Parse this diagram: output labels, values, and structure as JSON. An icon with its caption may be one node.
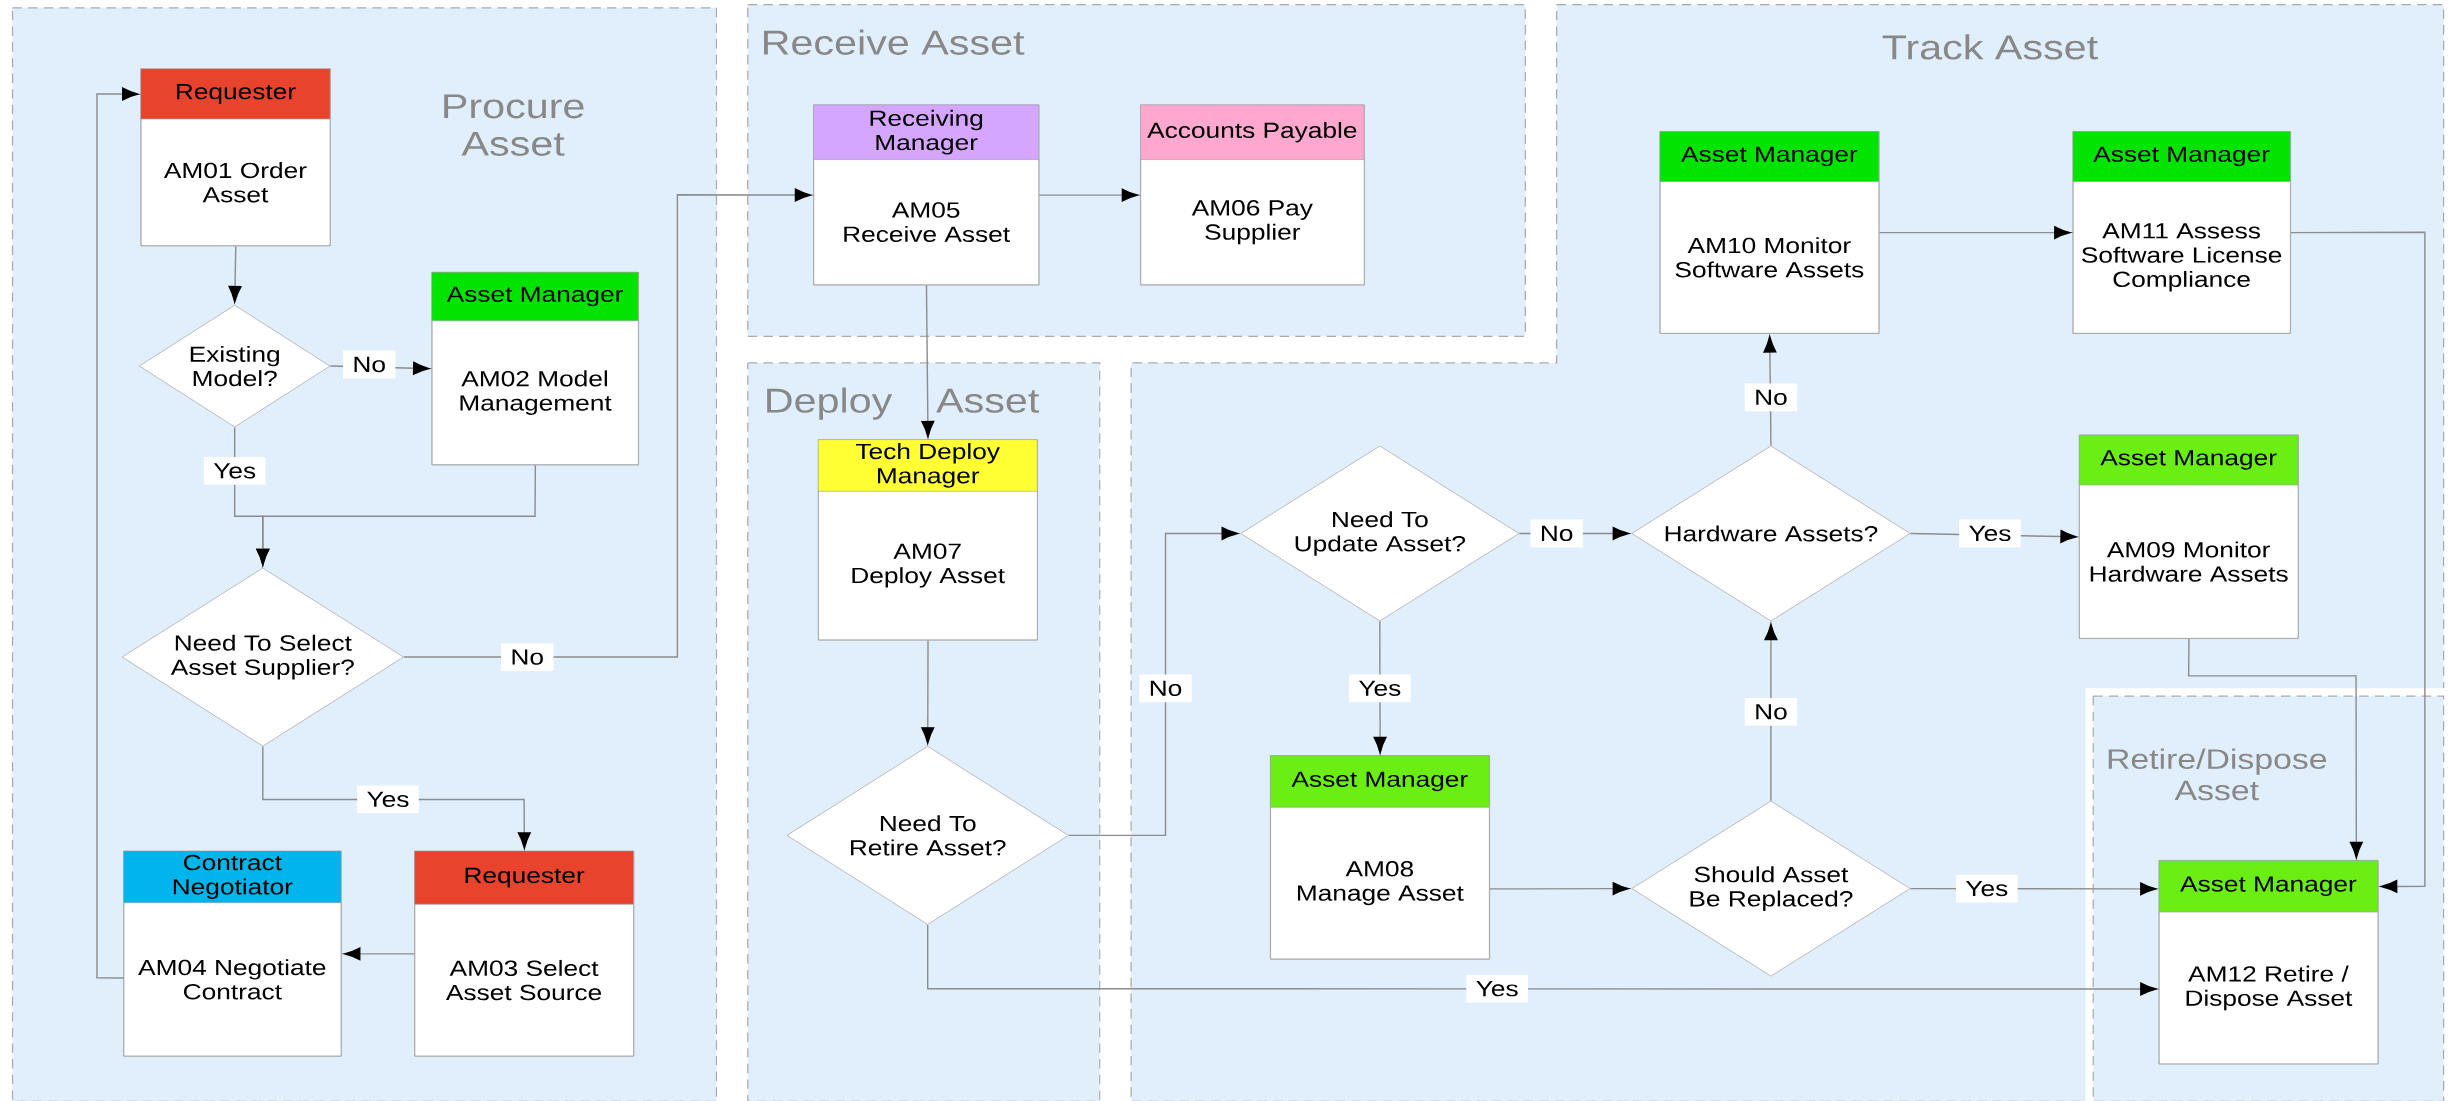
{
  "diagram": {
    "nodes": [
      {
        "text": [
          "Procure Asset"
        ]
      },
      {
        "text": [
          "Receive Asset"
        ]
      },
      {
        "text": [
          "Deploy Asset"
        ]
      },
      {
        "text": [
          "Track Asset"
        ]
      },
      {
        "text": [
          "Retire/Dispose Asset"
        ],
        "in": 3
      },
      {
        "text": [
          "Requester",
          "AM01 Order Asset"
        ],
        "in": 0
      },
      {
        "text": [
          "Existing Model?"
        ],
        "in": 0
      },
      {
        "text": [
          "Asset Manager",
          "AM02 Model Management"
        ],
        "in": 0
      },
      {
        "text": [
          "Need To Select Asset Supplier?"
        ],
        "in": 0
      },
      {
        "text": [
          "Contract Negotiator",
          "AM04 Negotiate Contract"
        ],
        "in": 0
      },
      {
        "text": [
          "Requester",
          "AM03 Select Asset Source"
        ],
        "in": 0
      },
      {
        "text": [
          "Receiving Manager",
          "AM05 Receive Asset"
        ],
        "in": 1
      },
      {
        "text": [
          "Accounts Payable",
          "AM06 Pay Supplier"
        ],
        "in": 1
      },
      {
        "text": [
          "Tech Deploy Manager",
          "AM07 Deploy Asset"
        ],
        "in": 2
      },
      {
        "text": [
          "Need To Retire Asset?"
        ],
        "in": 2
      },
      {
        "text": [
          "Need To Update Asset?"
        ],
        "in": 3
      },
      {
        "text": [
          "Asset Manager",
          "AM08 Manage Asset"
        ],
        "in": 3
      },
      {
        "text": [
          "Hardware Assets?"
        ],
        "in": 3
      },
      {
        "text": [
          "Should Asset Be Replaced?"
        ],
        "in": 3
      },
      {
        "text": [
          "Asset Manager",
          "AM10 Monitor Software Assets"
        ],
        "in": 3
      },
      {
        "text": [
          "Asset Manager",
          "AM11 Assess Software License Compliance"
        ],
        "in": 3
      },
      {
        "text": [
          "Asset Manager",
          "AM09 Monitor Hardware Assets"
        ],
        "in": 3
      },
      {
        "text": [
          "Asset Manager",
          "AM12 Retire / Dispose Asset"
        ],
        "in": 4
      }
    ],
    "edges": [
      {
        "from": 5,
        "to": 6,
        "arrow": "to"
      },
      {
        "from": 6,
        "to": 7,
        "arrow": "to",
        "label": "No"
      },
      {
        "from": 6,
        "to": 8,
        "arrow": "to",
        "label": "Yes"
      },
      {
        "from": 7,
        "to": 8,
        "arrow": "to"
      },
      {
        "from": 8,
        "to": 11,
        "arrow": "to",
        "label": "No"
      },
      {
        "from": 8,
        "to": 10,
        "arrow": "to",
        "label": "Yes"
      },
      {
        "from": 10,
        "to": 9,
        "arrow": "to"
      },
      {
        "from": 9,
        "to": 5,
        "arrow": "to"
      },
      {
        "from": 11,
        "to": 12,
        "arrow": "to"
      },
      {
        "from": 11,
        "to": 13,
        "arrow": "to"
      },
      {
        "from": 13,
        "to": 14,
        "arrow": "to"
      },
      {
        "from": 14,
        "to": 15,
        "arrow": "to",
        "label": "No"
      },
      {
        "from": 14,
        "to": 22,
        "arrow": "to",
        "label": "Yes"
      },
      {
        "from": 15,
        "to": 17,
        "arrow": "to",
        "label": "No"
      },
      {
        "from": 15,
        "to": 16,
        "arrow": "to",
        "label": "Yes"
      },
      {
        "from": 16,
        "to": 18,
        "arrow": "to"
      },
      {
        "from": 18,
        "to": 17,
        "arrow": "to",
        "label": "No"
      },
      {
        "from": 18,
        "to": 22,
        "arrow": "to",
        "label": "Yes"
      },
      {
        "from": 17,
        "to": 19,
        "arrow": "to",
        "label": "No"
      },
      {
        "from": 17,
        "to": 21,
        "arrow": "to",
        "label": "Yes"
      },
      {
        "from": 19,
        "to": 20,
        "arrow": "to"
      },
      {
        "from": 20,
        "to": 22,
        "arrow": "to"
      },
      {
        "from": 21,
        "to": 22,
        "arrow": "to"
      }
    ]
  }
}
